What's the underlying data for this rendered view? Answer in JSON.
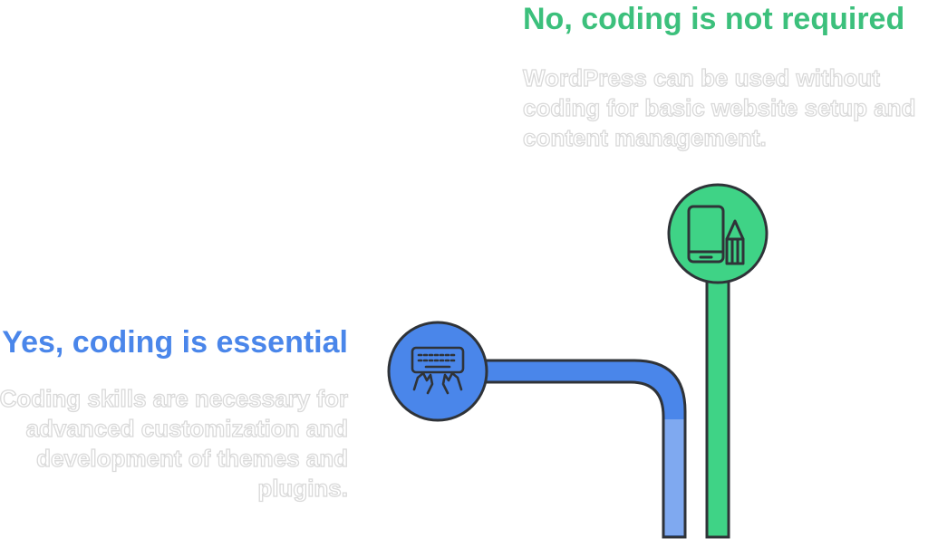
{
  "options": [
    {
      "title": "No, coding is not required",
      "description": "WordPress can be used without coding for basic website setup and content management.",
      "icon": "phone-pencil-icon",
      "color": "#3cc07c"
    },
    {
      "title": "Yes, coding is essential",
      "description": "Coding skills are necessary for advanced customization and development of themes and plugins.",
      "icon": "keyboard-hands-icon",
      "color": "#4a86ea"
    }
  ]
}
